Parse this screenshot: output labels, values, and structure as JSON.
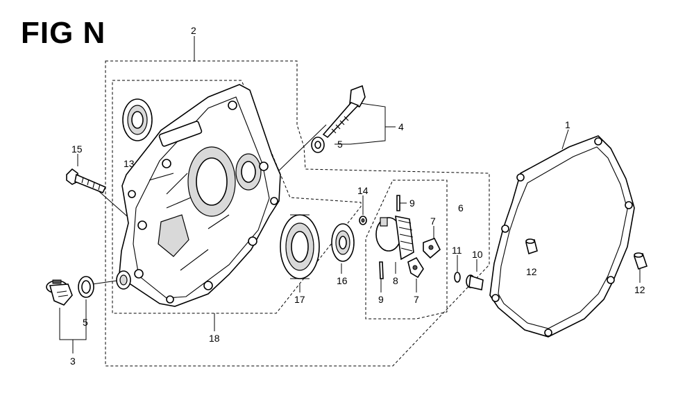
{
  "figure": {
    "title": "FIG N"
  },
  "callouts": [
    {
      "id": "c2",
      "text": "2"
    },
    {
      "id": "c4",
      "text": "4"
    },
    {
      "id": "c5a",
      "text": "5"
    },
    {
      "id": "c1",
      "text": "1"
    },
    {
      "id": "c13",
      "text": "13"
    },
    {
      "id": "c15",
      "text": "15"
    },
    {
      "id": "c14",
      "text": "14"
    },
    {
      "id": "c9a",
      "text": "9"
    },
    {
      "id": "c6",
      "text": "6"
    },
    {
      "id": "c7a",
      "text": "7"
    },
    {
      "id": "c11",
      "text": "11"
    },
    {
      "id": "c10",
      "text": "10"
    },
    {
      "id": "c12a",
      "text": "12"
    },
    {
      "id": "c12b",
      "text": "12"
    },
    {
      "id": "c17",
      "text": "17"
    },
    {
      "id": "c16",
      "text": "16"
    },
    {
      "id": "c8",
      "text": "8"
    },
    {
      "id": "c9b",
      "text": "9"
    },
    {
      "id": "c7b",
      "text": "7"
    },
    {
      "id": "c5b",
      "text": "5"
    },
    {
      "id": "c3",
      "text": "3"
    },
    {
      "id": "c18",
      "text": "18"
    }
  ]
}
